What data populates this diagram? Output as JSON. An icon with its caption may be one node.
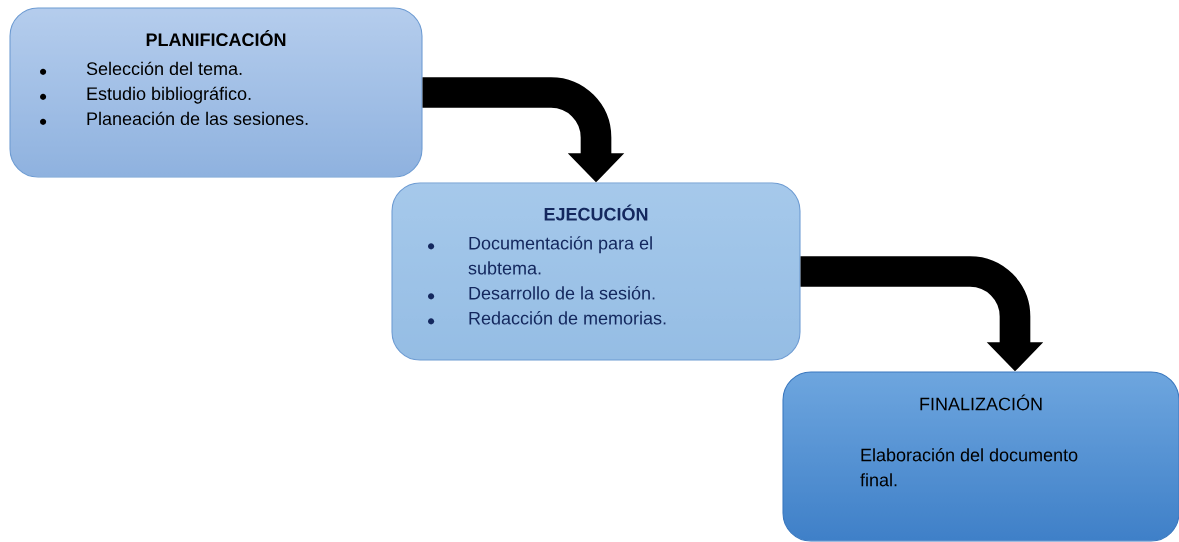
{
  "diagram": {
    "nodes": [
      {
        "text": [
          "PLANIFICACIÓN",
          "Selección del tema.",
          "Estudio bibliográfico.",
          "Planeación de las sesiones."
        ]
      },
      {
        "text": [
          "EJECUCIÓN",
          "Documentación para el subtema.",
          "Desarrollo de la sesión.",
          "Redacción de memorias."
        ]
      },
      {
        "text": [
          "FINALIZACIÓN",
          "Elaboración del documento final."
        ]
      }
    ],
    "edges": [
      {
        "from": 0,
        "to": 1,
        "arrow": "to"
      },
      {
        "from": 1,
        "to": 2,
        "arrow": "to"
      }
    ]
  }
}
